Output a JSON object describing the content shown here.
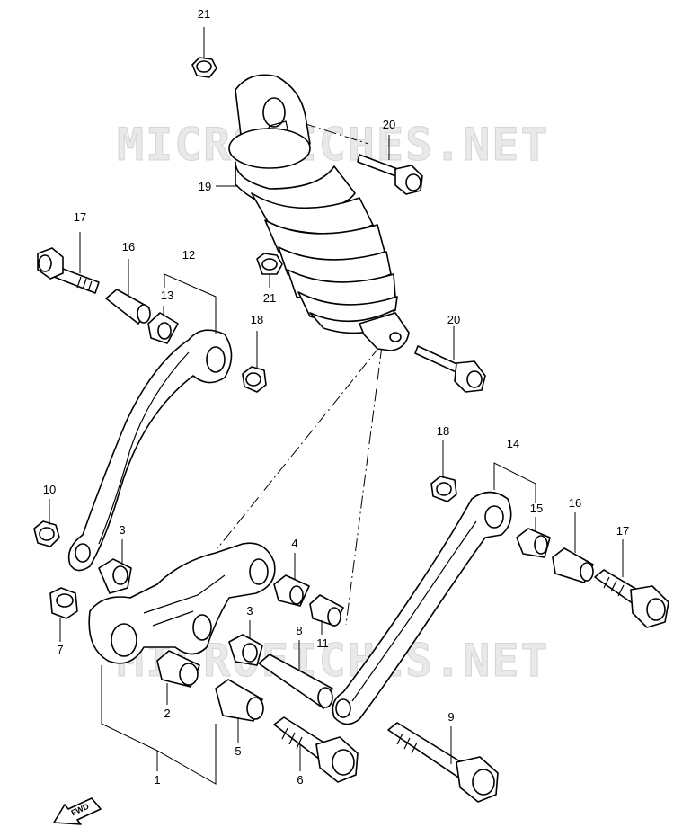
{
  "watermarks": [
    "MICROFICHES.NET",
    "MICROFICHES.NET"
  ],
  "direction_label": "FWD",
  "callouts": {
    "c1": "1",
    "c2": "2",
    "c3a": "3",
    "c3b": "3",
    "c4": "4",
    "c5": "5",
    "c6": "6",
    "c7": "7",
    "c8": "8",
    "c9": "9",
    "c10": "10",
    "c11": "11",
    "c12": "12",
    "c13": "13",
    "c14": "14",
    "c15": "15",
    "c16a": "16",
    "c16b": "16",
    "c17a": "17",
    "c17b": "17",
    "c18a": "18",
    "c18b": "18",
    "c19": "19",
    "c20a": "20",
    "c20b": "20",
    "c21a": "21",
    "c21b": "21"
  }
}
